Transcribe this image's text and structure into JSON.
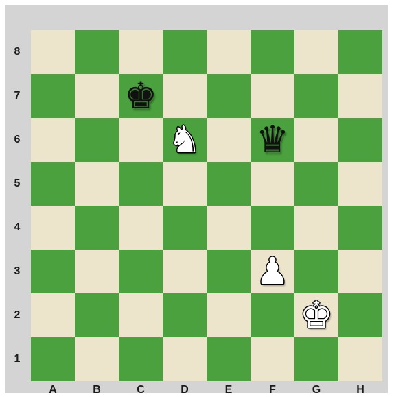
{
  "colors": {
    "light_square": "#ede4cc",
    "dark_square": "#4aa13e",
    "frame": "#d4d4d4"
  },
  "board": {
    "files": [
      "A",
      "B",
      "C",
      "D",
      "E",
      "F",
      "G",
      "H"
    ],
    "ranks": [
      "8",
      "7",
      "6",
      "5",
      "4",
      "3",
      "2",
      "1"
    ],
    "pieces": [
      {
        "square": "c7",
        "color": "black",
        "type": "king",
        "glyph": "♚"
      },
      {
        "square": "d6",
        "color": "white",
        "type": "knight",
        "glyph": "♞"
      },
      {
        "square": "f6",
        "color": "black",
        "type": "queen",
        "glyph": "♛"
      },
      {
        "square": "f3",
        "color": "white",
        "type": "pawn",
        "glyph": "♟"
      },
      {
        "square": "g2",
        "color": "white",
        "type": "king",
        "glyph": "♚"
      }
    ]
  }
}
